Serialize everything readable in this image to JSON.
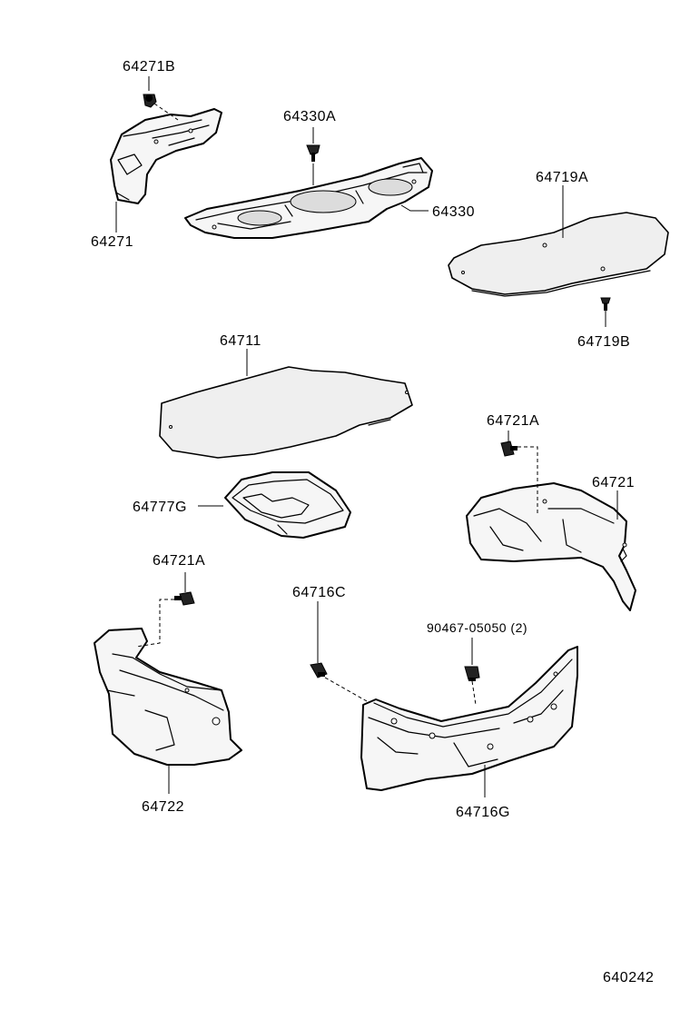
{
  "diagram": {
    "labels": {
      "p64271B": "64271B",
      "p64271": "64271",
      "p64330A": "64330A",
      "p64330": "64330",
      "p64719A": "64719A",
      "p64719B": "64719B",
      "p64711": "64711",
      "p64777G": "64777G",
      "p64721A_right": "64721A",
      "p64721": "64721",
      "p64721A_left": "64721A",
      "p64722": "64722",
      "p64716C": "64716C",
      "p90467": "90467-05050 (2)",
      "p64716G": "64716G"
    },
    "figure_number": "640242"
  }
}
